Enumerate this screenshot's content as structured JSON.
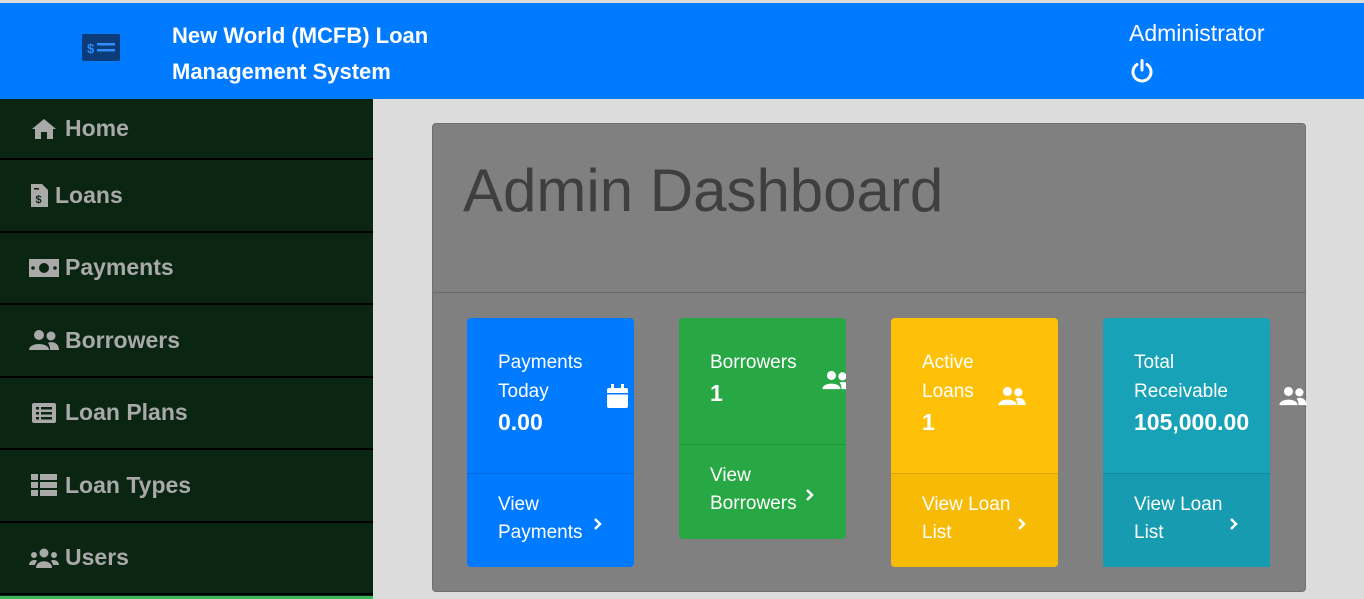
{
  "header": {
    "app_title": "New World (MCFB) Loan Management System",
    "user_name": "Administrator",
    "logo_icon": "money-check-icon",
    "logout_icon": "power-icon",
    "color": "#007bff"
  },
  "sidebar": {
    "items": [
      {
        "label": "Home",
        "icon": "home-icon"
      },
      {
        "label": "Loans",
        "icon": "file-invoice-dollar-icon"
      },
      {
        "label": "Payments",
        "icon": "money-bill-icon"
      },
      {
        "label": "Borrowers",
        "icon": "user-friends-icon"
      },
      {
        "label": "Loan Plans",
        "icon": "list-alt-icon"
      },
      {
        "label": "Loan Types",
        "icon": "th-list-icon"
      },
      {
        "label": "Users",
        "icon": "users-icon"
      }
    ]
  },
  "dashboard": {
    "title": "Admin Dashboard",
    "cards": [
      {
        "label": "Payments Today",
        "value": "0.00",
        "link": "View Payments",
        "icon": "calendar-icon",
        "color": "#007bff"
      },
      {
        "label": "Borrowers",
        "value": "1",
        "link": "View Borrowers",
        "icon": "user-friends-icon",
        "color": "#28a745"
      },
      {
        "label": "Active Loans",
        "value": "1",
        "link": "View Loan List",
        "icon": "user-friends-icon",
        "color": "#ffc107"
      },
      {
        "label": "Total Receivable",
        "value": "105,000.00",
        "link": "View Loan List",
        "icon": "user-friends-icon",
        "color": "#17a2b8"
      }
    ]
  }
}
